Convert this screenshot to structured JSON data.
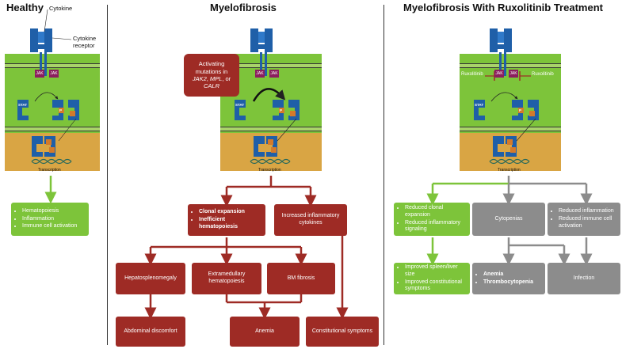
{
  "panels": {
    "healthy": {
      "title": "Healthy",
      "cytokine_label": "Cytokine",
      "receptor_label": "Cytokine receptor",
      "jak": "JAK",
      "stat": "STAT",
      "p": "P",
      "transcription": "Transcription",
      "outcomes": [
        "Hematopoiesis",
        "Inflammation",
        "Immune cell activation"
      ]
    },
    "myelofibrosis": {
      "title": "Myelofibrosis",
      "jak": "JAK",
      "stat": "STAT",
      "p": "P",
      "transcription": "Transcription",
      "mutation_line1": "Activating",
      "mutation_line2": "mutations in",
      "mutation_line3a": "JAK2",
      "mutation_line3b": ", ",
      "mutation_line3c": "MPL",
      "mutation_line3d": ", or",
      "mutation_line4": "CALR",
      "clonal": [
        "Clonal expansion",
        "Inefficient hematopoiesis"
      ],
      "cytokines": "Increased inflammatory cytokines",
      "hepato": "Hepatosplenomegaly",
      "extramedullary": "Extramedullary hematopoiesis",
      "bm_fibrosis": "BM fibrosis",
      "abdominal": "Abdominal discomfort",
      "anemia": "Anemia",
      "constitutional": "Constitutional symptoms"
    },
    "ruxolitinib": {
      "title": "Myelofibrosis With Ruxolitinib Treatment",
      "jak": "JAK",
      "stat": "STAT",
      "p": "P",
      "drug_left": "Ruxolitinib",
      "drug_right": "Ruxolitinib",
      "transcription": "Transcription",
      "reduced_clonal": [
        "Reduced clonal expansion",
        "Reduced inflammatory signaling"
      ],
      "cytopenias": "Cytopenias",
      "reduced_inflammation": [
        "Reduced inflammation",
        "Reduced immune cell activation"
      ],
      "improved": [
        "Improved spleen/liver size",
        "Improved constitutional symptoms"
      ],
      "anemia_thrombo": [
        "Anemia",
        "Thrombocytopenia"
      ],
      "infection": "Infection"
    }
  },
  "colors": {
    "red": "#9e2b25",
    "green": "#7dc43a",
    "gray": "#8c8c8c",
    "receptor_blue": "#1f5fa8",
    "jak_purple": "#8b1e5e",
    "nucleus": "#d9a544"
  }
}
